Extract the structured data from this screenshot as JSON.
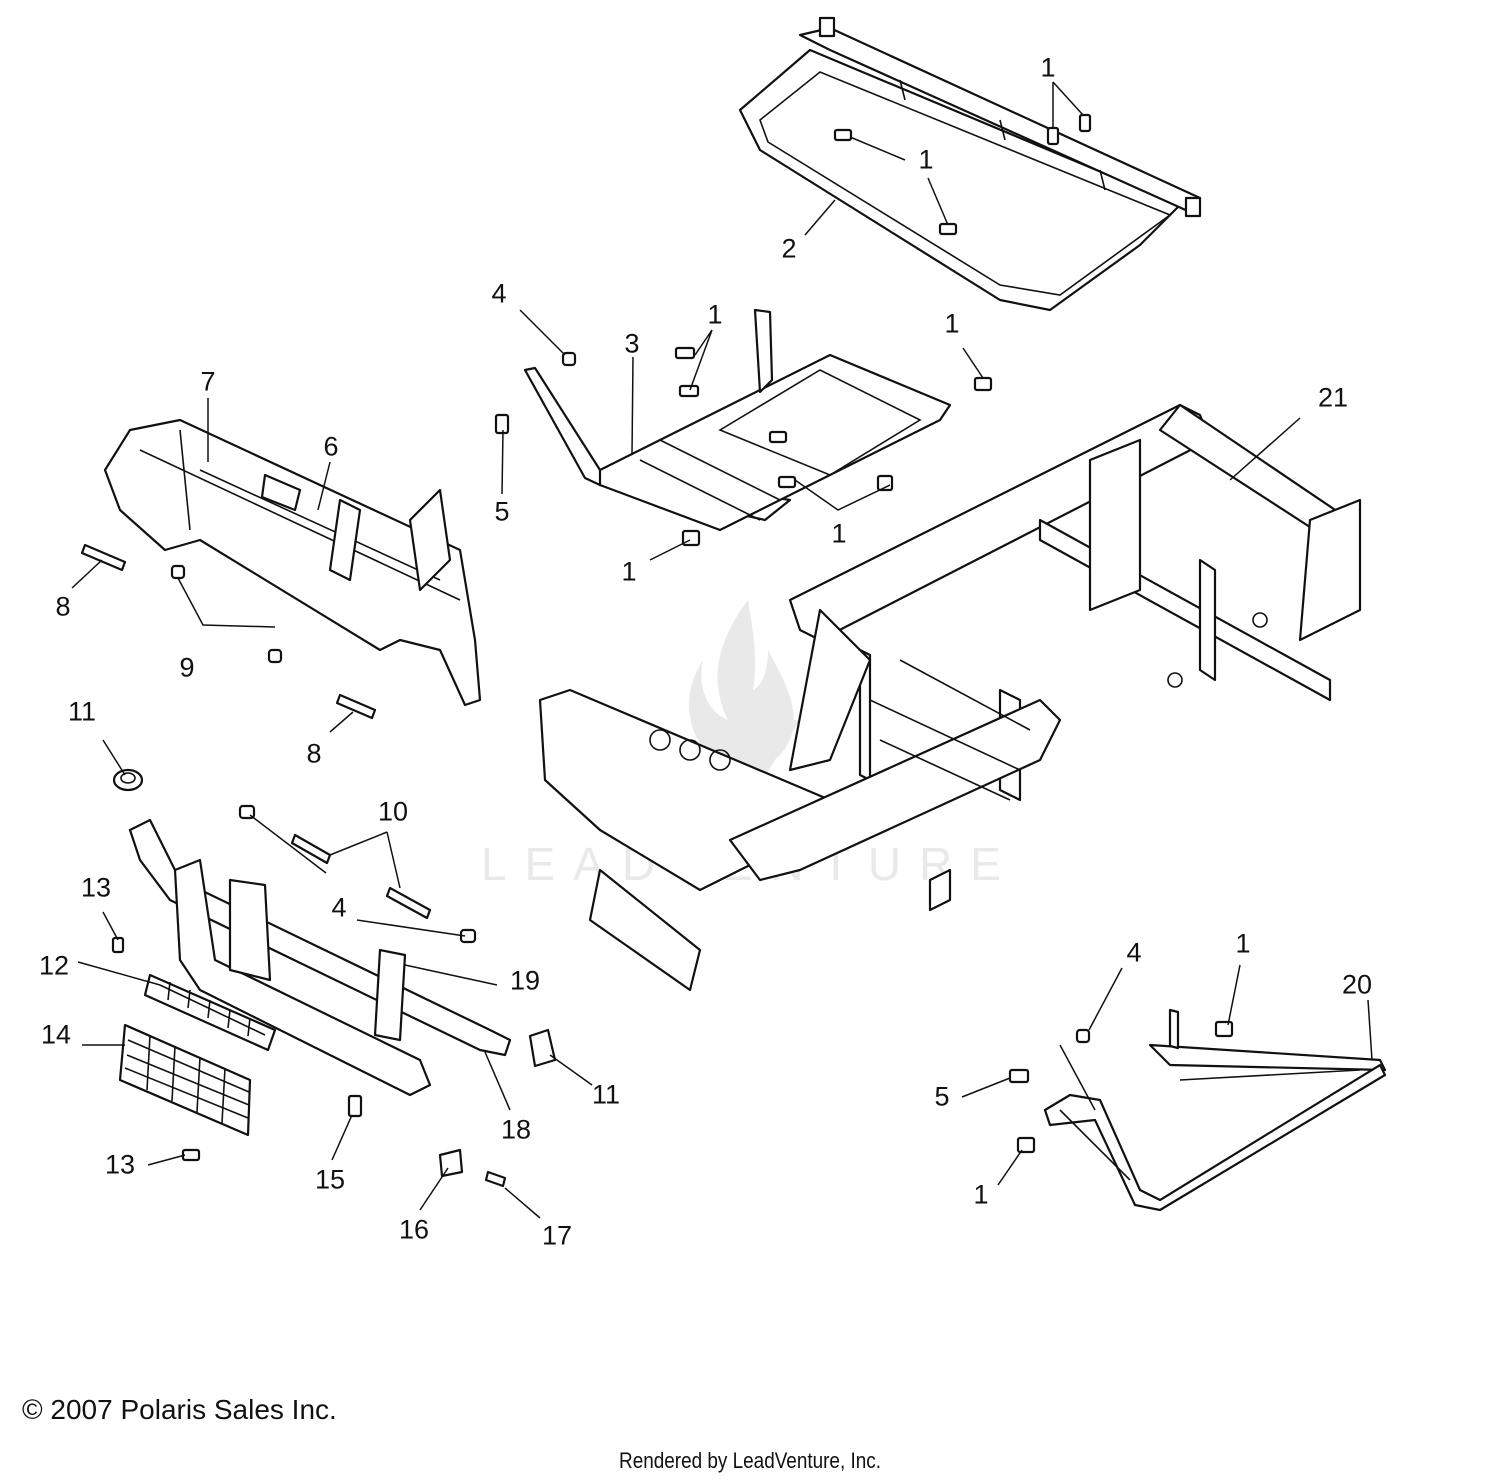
{
  "callouts": [
    {
      "id": "c1a",
      "text": "1"
    },
    {
      "id": "c1b",
      "text": "1"
    },
    {
      "id": "c2",
      "text": "2"
    },
    {
      "id": "c4a",
      "text": "4"
    },
    {
      "id": "c1c",
      "text": "1"
    },
    {
      "id": "c3",
      "text": "3"
    },
    {
      "id": "c1d",
      "text": "1"
    },
    {
      "id": "c21",
      "text": "21"
    },
    {
      "id": "c7",
      "text": "7"
    },
    {
      "id": "c6",
      "text": "6"
    },
    {
      "id": "c5a",
      "text": "5"
    },
    {
      "id": "c1e",
      "text": "1"
    },
    {
      "id": "c1f",
      "text": "1"
    },
    {
      "id": "c8a",
      "text": "8"
    },
    {
      "id": "c9",
      "text": "9"
    },
    {
      "id": "c11a",
      "text": "11"
    },
    {
      "id": "c8b",
      "text": "8"
    },
    {
      "id": "c10",
      "text": "10"
    },
    {
      "id": "c4b",
      "text": "4"
    },
    {
      "id": "c13a",
      "text": "13"
    },
    {
      "id": "c12",
      "text": "12"
    },
    {
      "id": "c19",
      "text": "19"
    },
    {
      "id": "c14",
      "text": "14"
    },
    {
      "id": "c11b",
      "text": "11"
    },
    {
      "id": "c18",
      "text": "18"
    },
    {
      "id": "c13b",
      "text": "13"
    },
    {
      "id": "c15",
      "text": "15"
    },
    {
      "id": "c16",
      "text": "16"
    },
    {
      "id": "c17",
      "text": "17"
    },
    {
      "id": "c4c",
      "text": "4"
    },
    {
      "id": "c1g",
      "text": "1"
    },
    {
      "id": "c20",
      "text": "20"
    },
    {
      "id": "c5b",
      "text": "5"
    },
    {
      "id": "c1h",
      "text": "1"
    }
  ],
  "copyright": "© 2007 Polaris Sales Inc.",
  "credit": "Rendered by LeadVenture, Inc.",
  "watermark_text": "LEADVENTURE"
}
